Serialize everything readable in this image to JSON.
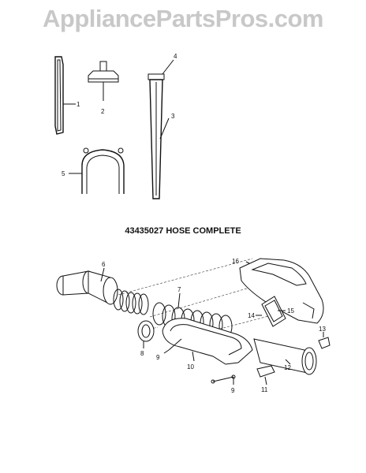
{
  "watermark": "AppliancePartsPros.com",
  "assembly_title": "43435027 HOSE COMPLETE",
  "callouts": {
    "c1": "1",
    "c2": "2",
    "c3": "3",
    "c4": "4",
    "c5": "5",
    "c6": "6",
    "c7": "7",
    "c8": "8",
    "c9a": "9",
    "c9b": "9",
    "c10": "10",
    "c11": "11",
    "c12": "12",
    "c13": "13",
    "c14": "14",
    "c15": "15",
    "c16": "16"
  }
}
